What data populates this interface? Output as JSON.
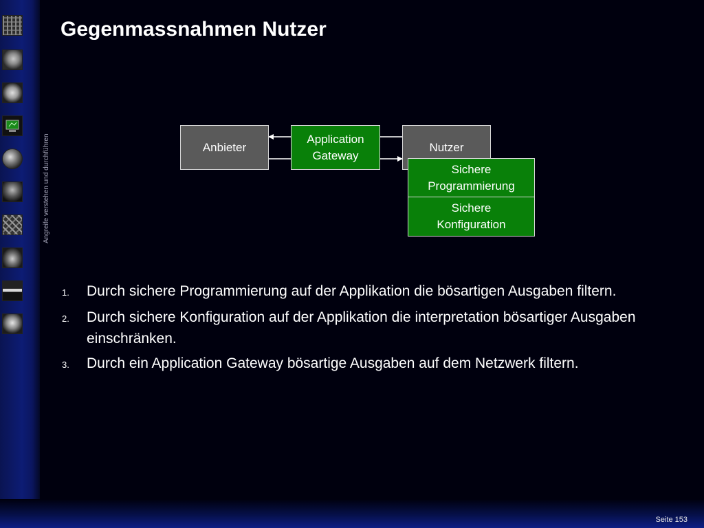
{
  "slide": {
    "title": "Gegenmassnahmen Nutzer",
    "sidebar_caption": "Angreife verstehen und durchführen",
    "page_label": "Seite 153"
  },
  "sidebar_icons": [
    "maze-icon",
    "face-icon",
    "hand-icon",
    "computer-icon",
    "virus-icon",
    "monster-icon",
    "cube-icon",
    "hand-icon",
    "ninja-icon",
    "clown-icon"
  ],
  "diagram": {
    "nodes": {
      "anbieter": "Anbieter",
      "gateway": "Application Gateway",
      "nutzer": "Nutzer",
      "programmierung": "Sichere Programmierung",
      "konfiguration": "Sichere Konfiguration"
    },
    "colors": {
      "gray_box": "#5a5a5a",
      "green_box": "#098009",
      "arrow": "#ffffff"
    }
  },
  "list": [
    {
      "number": "1.",
      "text": "Durch sichere Programmierung auf der Applikation die bösartigen Ausgaben filtern."
    },
    {
      "number": "2.",
      "text": "Durch sichere Konfiguration auf der Applikation die interpretation bösartiger Ausgaben einschränken."
    },
    {
      "number": "3.",
      "text": "Durch ein Application Gateway bösartige Ausgaben auf dem Netzwerk filtern."
    }
  ]
}
